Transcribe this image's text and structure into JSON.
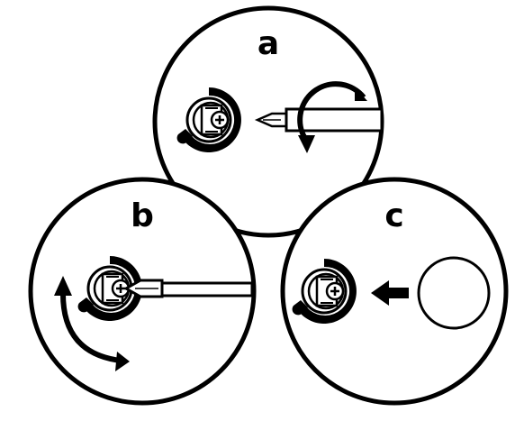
{
  "panels": {
    "a": {
      "label": "a"
    },
    "b": {
      "label": "b"
    },
    "c": {
      "label": "c"
    }
  },
  "colors": {
    "ink": "#000000",
    "paper": "#ffffff"
  },
  "icons": {
    "screw": "phillips-screw-icon",
    "screwdriver": "screwdriver-icon",
    "rotate": "rotate-arrow-icon",
    "cap": "cover-cap-icon"
  }
}
